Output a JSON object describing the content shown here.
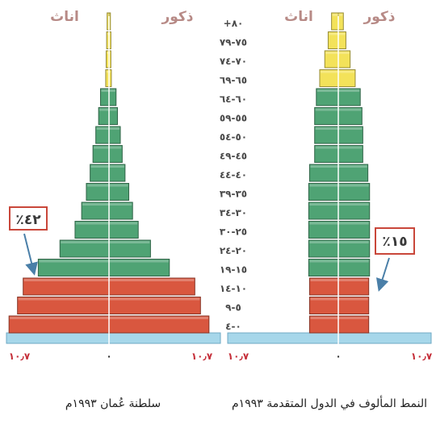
{
  "colors": {
    "old": "#f3e25a",
    "working": "#4fa374",
    "young": "#d9573f",
    "baseline": "#a7d7ea",
    "axis": "#ffffff"
  },
  "chart_data": [
    {
      "type": "bar",
      "subtype": "population-pyramid",
      "title": "سلطنة عُمان ١٩٩٣م",
      "left_label": "اناث",
      "right_label": "ذكور",
      "categories": [
        "٠-٤",
        "٥-٩",
        "١٠-١٤",
        "١٥-١٩",
        "٢٠-٢٤",
        "٢٥-٣٠",
        "٣٠-٣٤",
        "٣٥-٣٩",
        "٤٠-٤٤",
        "٤٥-٤٩",
        "٥٠-٥٤",
        "٥٥-٥٩",
        "٦٠-٦٤",
        "٦٥-٦٩",
        "٧٠-٧٤",
        "٧٥-٧٩",
        "+٨٠"
      ],
      "x_ticks": {
        "left": "١٠٫٧",
        "center": "٠",
        "right": "١٠٫٧"
      },
      "xlim": [
        -10.7,
        10.7
      ],
      "series": [
        {
          "name": "اناث",
          "values": [
            10.6,
            9.7,
            9.1,
            7.5,
            5.2,
            3.6,
            2.9,
            2.4,
            2.0,
            1.7,
            1.4,
            1.1,
            0.9,
            0.35,
            0.3,
            0.25,
            0.2
          ]
        },
        {
          "name": "ذكور",
          "values": [
            10.6,
            9.7,
            9.1,
            6.4,
            4.4,
            3.1,
            2.5,
            2.1,
            1.7,
            1.4,
            1.2,
            0.9,
            0.75,
            0.25,
            0.2,
            0.2,
            0.15
          ]
        }
      ],
      "callout": "٪٤٢"
    },
    {
      "type": "bar",
      "subtype": "population-pyramid",
      "title": "النمط المألوف في الدول المتقدمة ١٩٩٣م",
      "left_label": "اناث",
      "right_label": "ذكور",
      "categories": [
        "٠-٤",
        "٥-٩",
        "١٠-١٤",
        "١٥-١٩",
        "٢٠-٢٤",
        "٢٥-٣٠",
        "٣٠-٣٤",
        "٣٥-٣٩",
        "٤٠-٤٤",
        "٤٥-٤٩",
        "٥٠-٥٤",
        "٥٥-٥٩",
        "٦٠-٦٤",
        "٦٥-٦٩",
        "٧٠-٧٤",
        "٧٥-٧٩",
        "+٨٠"
      ],
      "x_ticks": {
        "left": "١٠٫٧",
        "center": "٠",
        "right": "١٠٫٧"
      },
      "xlim": [
        -10.7,
        10.7
      ],
      "series": [
        {
          "name": "اناث",
          "values": [
            3.4,
            3.4,
            3.4,
            3.5,
            3.5,
            3.5,
            3.5,
            3.5,
            3.4,
            2.8,
            2.8,
            2.8,
            2.6,
            2.2,
            1.6,
            1.2,
            0.8
          ]
        },
        {
          "name": "ذكور",
          "values": [
            3.6,
            3.6,
            3.6,
            3.7,
            3.7,
            3.7,
            3.7,
            3.7,
            3.5,
            2.9,
            2.9,
            2.8,
            2.6,
            2.0,
            1.4,
            0.9,
            0.6
          ]
        }
      ],
      "callout": "٪١٥"
    }
  ]
}
